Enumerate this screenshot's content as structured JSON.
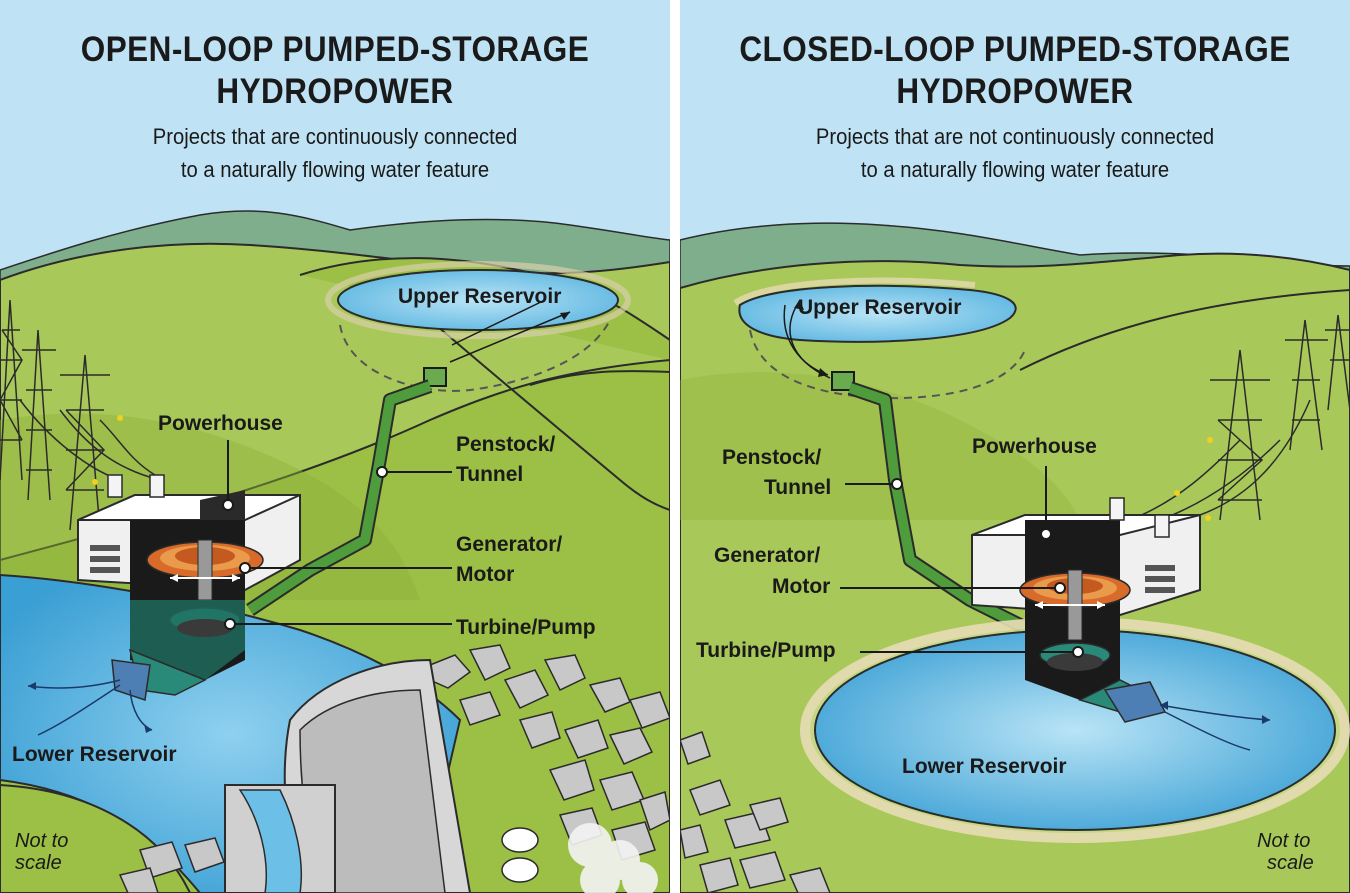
{
  "left": {
    "title_line1": "OPEN-LOOP PUMPED-STORAGE",
    "title_line2": "HYDROPOWER",
    "subtitle_line1": "Projects that are continuously connected",
    "subtitle_line2": "to a naturally flowing water feature",
    "labels": {
      "upper_reservoir": "Upper Reservoir",
      "powerhouse": "Powerhouse",
      "penstock_line1": "Penstock/",
      "penstock_line2": "Tunnel",
      "generator_line1": "Generator/",
      "generator_line2": "Motor",
      "turbine": "Turbine/Pump",
      "lower_reservoir": "Lower Reservoir"
    },
    "note_line1": "Not to",
    "note_line2": "scale"
  },
  "right": {
    "title_line1": "CLOSED-LOOP PUMPED-STORAGE",
    "title_line2": "HYDROPOWER",
    "subtitle_line1": "Projects that are not continuously connected",
    "subtitle_line2": "to a naturally flowing water feature",
    "labels": {
      "upper_reservoir": "Upper Reservoir",
      "powerhouse": "Powerhouse",
      "penstock_line1": "Penstock/",
      "penstock_line2": "Tunnel",
      "generator_line1": "Generator/",
      "generator_line2": "Motor",
      "turbine": "Turbine/Pump",
      "lower_reservoir": "Lower Reservoir"
    },
    "note_line1": "Not to",
    "note_line2": "scale"
  },
  "colors": {
    "sky": "#bfe3f5",
    "far_hills": "#7fae8c",
    "hill": "#9cbf45",
    "hill_light": "#a9c85a",
    "water": "#3ea6d8",
    "water_light": "#8fd0ef",
    "penstock": "#4f9c3c",
    "building": "#eeeeee",
    "ink": "#1a1a1a"
  }
}
